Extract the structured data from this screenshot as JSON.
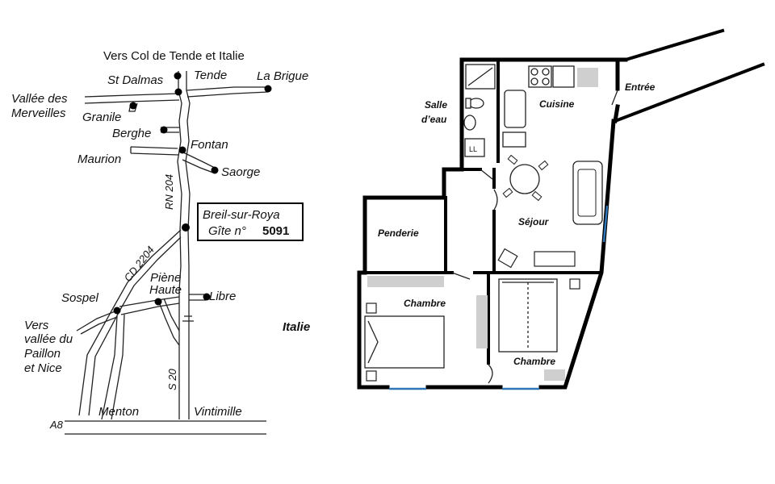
{
  "map": {
    "north_direction": "Vers Col de Tende et Italie",
    "places": {
      "st_dalmas": "St Dalmas",
      "tende": "Tende",
      "la_brigue": "La Brigue",
      "vallee_line1": "Vallée des",
      "vallee_line2": "Merveilles",
      "granile": "Granile",
      "berghe": "Berghe",
      "fontan": "Fontan",
      "maurion": "Maurion",
      "saorge": "Saorge",
      "piene_line1": "Piène",
      "piene_line2": "Haute",
      "libre": "Libre",
      "sospel": "Sospel",
      "italie": "Italie",
      "nice_line1": "Vers",
      "nice_line2": "vallée du",
      "nice_line3": "Paillon",
      "nice_line4": "et Nice",
      "menton": "Menton",
      "vintimille": "Vintimille"
    },
    "roads": {
      "rn204": "RN 204",
      "cd2204": "CD 2204",
      "s20": "S 20",
      "a8": "A8"
    },
    "gite_box": {
      "line1": "Breil-sur-Roya",
      "line2_prefix": "Gîte n°",
      "number": "5091"
    }
  },
  "floorplan": {
    "rooms": {
      "salle_line1": "Salle",
      "salle_line2": "d’eau",
      "cuisine": "Cuisine",
      "entree": "Entrée",
      "sejour": "Séjour",
      "penderie": "Penderie",
      "chambre1": "Chambre",
      "chambre2": "Chambre"
    },
    "fixtures": {
      "washer_label": "LL"
    }
  },
  "colors": {
    "line": "#000000",
    "furniture_grey": "#cfcfcf",
    "window_blue": "#2e75b6"
  }
}
